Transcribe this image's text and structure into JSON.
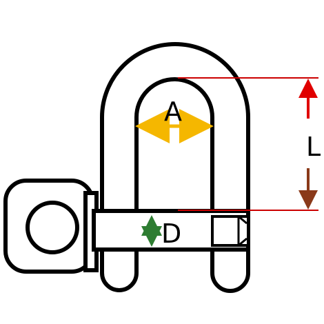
{
  "labels": {
    "A": "A",
    "L": "L",
    "D": "D"
  },
  "colors": {
    "outline": "#000000",
    "fill": "#ffffff",
    "dimension_A": "#f5b700",
    "dimension_L_line": "#cc0000",
    "dimension_L_arrow_up": "#e00000",
    "dimension_L_arrow_down": "#8a3a1a",
    "dimension_D": "#2e7d32"
  },
  "icons": {
    "pin_head": "pin-head-icon",
    "pin_thread": "pin-thread-icon"
  }
}
